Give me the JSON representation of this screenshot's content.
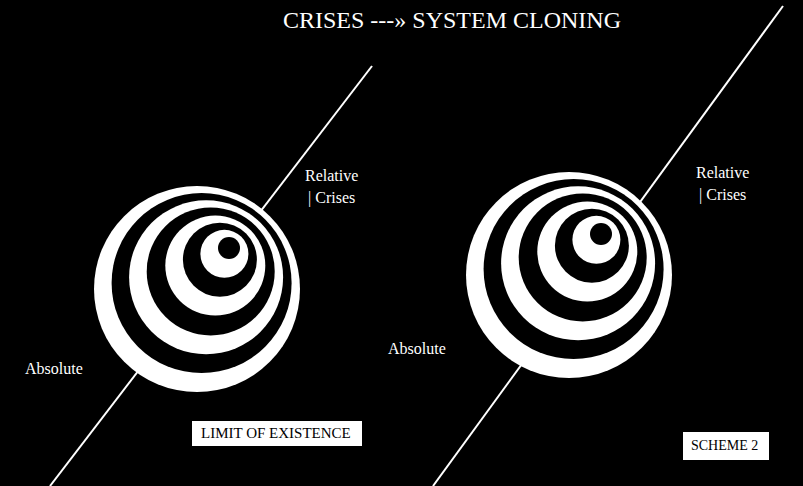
{
  "diagram": {
    "title": "CRISES ---» SYSTEM CLONING",
    "nodes": [
      {
        "text": [
          "LIMIT OF EXISTENCE"
        ]
      },
      {
        "text": [
          "SCHEME 2"
        ]
      }
    ],
    "labels": [
      "Relative | Crises",
      "Relative | Crises",
      "Absolute",
      "Absolute"
    ]
  }
}
